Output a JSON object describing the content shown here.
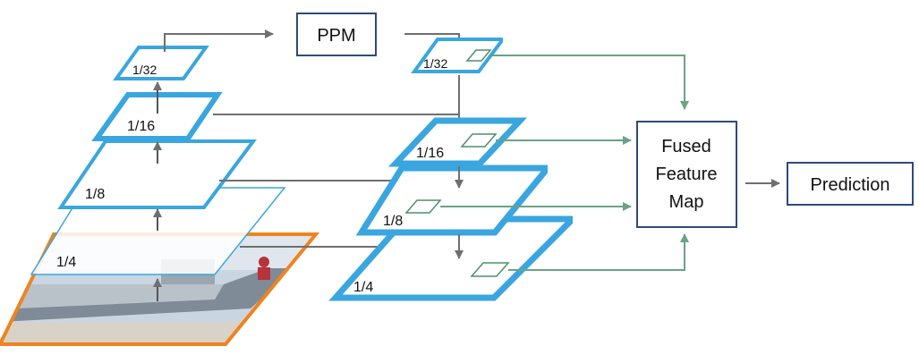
{
  "colors": {
    "fpn_blue": "#3aa6df",
    "image_orange": "#f0831e",
    "arrow_gray": "#6f6f6f",
    "arrow_green": "#6aa383",
    "box_navy": "#2e4a7a",
    "text": "#111111"
  },
  "backbone_labels": {
    "s32": "1/32",
    "s16": "1/16",
    "s8": "1/8",
    "s4": "1/4"
  },
  "fpn_labels": {
    "s32": "1/32",
    "s16": "1/16",
    "s8": "1/8",
    "s4": "1/4"
  },
  "boxes": {
    "ppm": "PPM",
    "fused_line1": "Fused",
    "fused_line2": "Feature",
    "fused_line3": "Map",
    "prediction": "Prediction"
  },
  "icons": {
    "input_image": "photo-of-boat-icon"
  }
}
